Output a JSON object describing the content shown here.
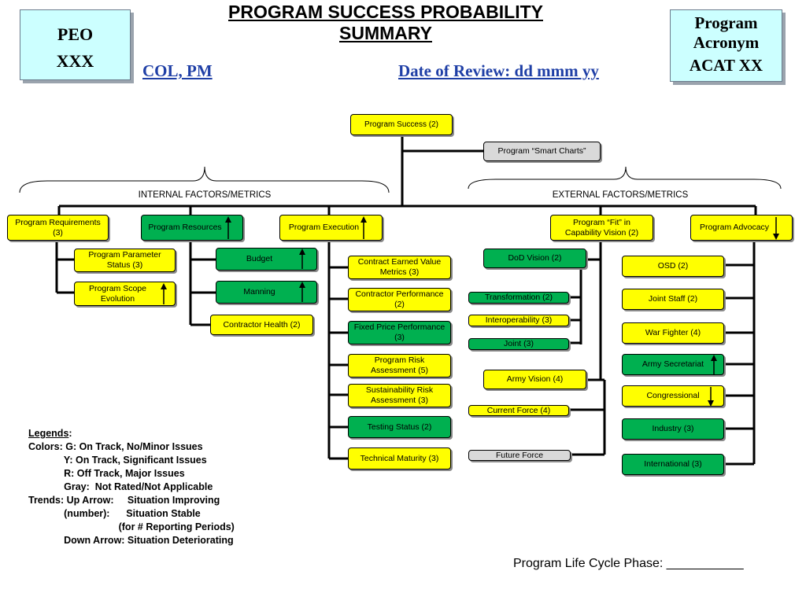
{
  "header": {
    "title_line1": "PROGRAM  SUCCESS PROBABILITY",
    "title_line2": "SUMMARY",
    "peo_line1": "PEO",
    "peo_line2": "XXX",
    "program_line1": "Program",
    "program_line2": "Acronym",
    "program_line3": "ACAT XX",
    "col_pm": "COL, PM",
    "review_date": "Date of Review: dd mmm yy"
  },
  "top": {
    "program_success": "Program Success (2)",
    "smart_charts": "Program “Smart  Charts”"
  },
  "factors": {
    "internal": "INTERNAL FACTORS/METRICS",
    "external": "EXTERNAL FACTORS/METRICS"
  },
  "categories": {
    "requirements": "Program Requirements (3)",
    "resources": "Program Resources",
    "execution": "Program Execution",
    "fit": "Program “Fit” in Capability Vision (2)",
    "advocacy": "Program Advocacy"
  },
  "requirements_items": [
    "Program Parameter Status (3)",
    "Program Scope Evolution"
  ],
  "resources_items": [
    "Budget",
    "Manning",
    "Contractor Health  (2)"
  ],
  "execution_items": [
    "Contract Earned Value Metrics (3)",
    "Contractor Performance (2)",
    "Fixed Price Performance (3)",
    "Program Risk Assessment (5)",
    "Sustainability Risk Assessment (3)",
    "Testing Status (2)",
    "Technical Maturity (3)"
  ],
  "fit_items": {
    "dod_vision": "DoD Vision (2)",
    "transformation": "Transformation (2)",
    "interoperability": "Interoperability (3)",
    "joint": "Joint (3)",
    "army_vision": "Army Vision (4)",
    "current_force": "Current Force (4)",
    "future_force": "Future Force"
  },
  "advocacy_items": [
    "OSD (2)",
    "Joint Staff (2)",
    "War Fighter (4)",
    "Army Secretariat",
    "Congressional",
    "Industry (3)",
    "International (3)"
  ],
  "colors": {
    "green": "#00b050",
    "yellow": "#ffff00",
    "gray": "#d9d9d9",
    "header_fill": "#ccffff",
    "blue_text": "#1f3fa6"
  },
  "legend": {
    "heading": "Legends",
    "colon": ":",
    "lines": [
      "Colors: G: On Track, No/Minor Issues",
      "             Y: On Track, Significant Issues",
      "             R: Off Track, Major Issues",
      "             Gray:  Not Rated/Not Applicable",
      "Trends: Up Arrow:     Situation Improving",
      "             (number):      Situation Stable",
      "                                 (for # Reporting Periods)",
      "             Down Arrow: Situation Deteriorating"
    ]
  },
  "footer": {
    "life_cycle": "Program Life Cycle Phase: ___________"
  }
}
